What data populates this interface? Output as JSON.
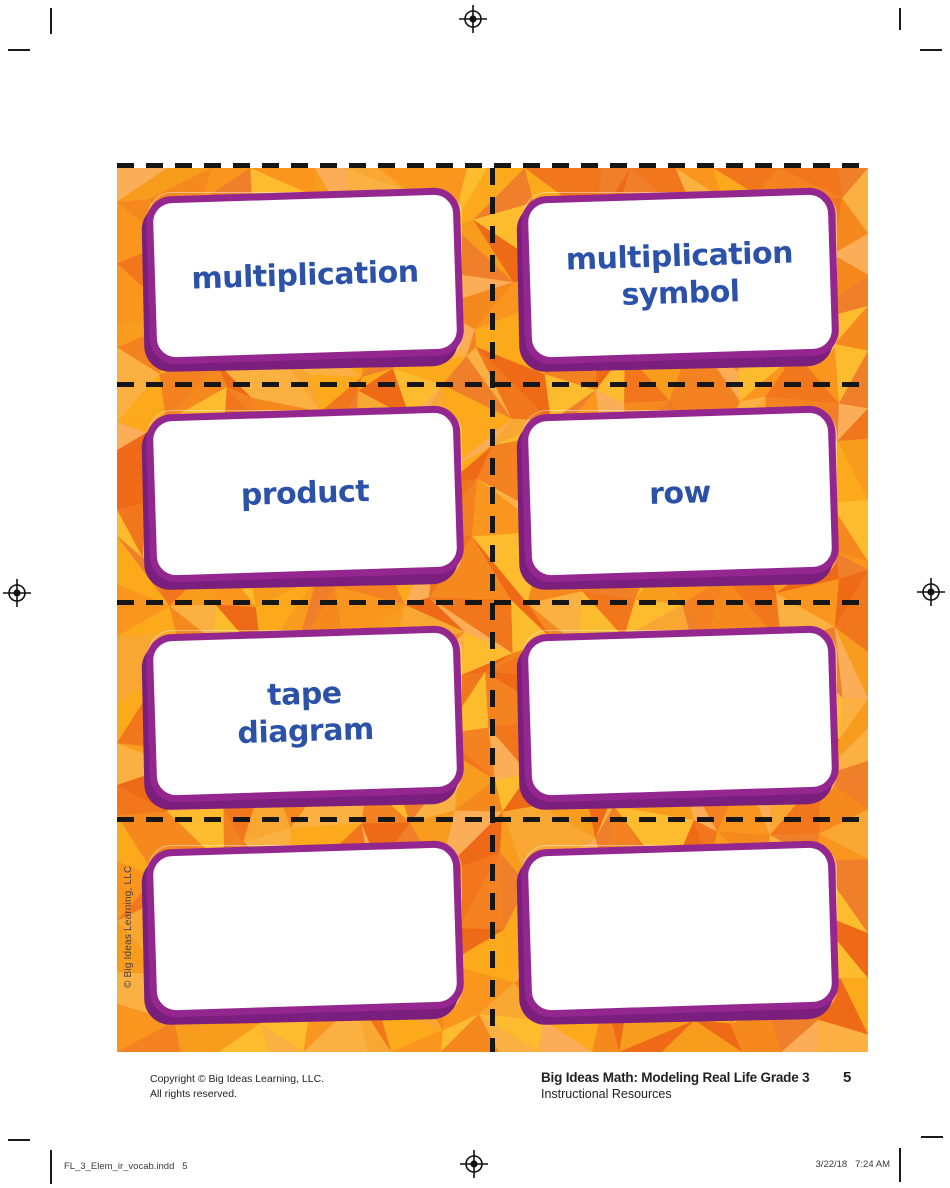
{
  "document": {
    "side_copyright": "© Big Ideas Learning, LLC",
    "footer": {
      "copyright_line1": "Copyright © Big Ideas Learning, LLC.",
      "copyright_line2": "All rights reserved.",
      "book_title": "Big Ideas Math: Modeling Real Life Grade 3",
      "book_subtitle": "Instructional Resources",
      "page_number": "5"
    },
    "print_slug": {
      "file_name": "FL_3_Elem_ir_vocab.indd   5",
      "print_timestamp": "3/22/18   7:24 AM"
    }
  },
  "cards": [
    {
      "label": "multiplication"
    },
    {
      "label": "multiplication\nsymbol"
    },
    {
      "label": "product"
    },
    {
      "label": "row"
    },
    {
      "label": "tape\ndiagram"
    },
    {
      "label": ""
    },
    {
      "label": ""
    },
    {
      "label": ""
    }
  ],
  "theme": {
    "card_border_color": "#93278f",
    "card_shadow_color": "#7a1f7d",
    "card_text_color": "#2b52a8",
    "cut_line_color": "#161616",
    "orange_palette": [
      "#f6891e",
      "#f79c1d",
      "#fbb042",
      "#f2761b",
      "#ee6a17",
      "#fa951e",
      "#fdbc2e",
      "#f58220",
      "#fca91c",
      "#ef7f2a",
      "#f9a733",
      "#fbae57"
    ]
  }
}
